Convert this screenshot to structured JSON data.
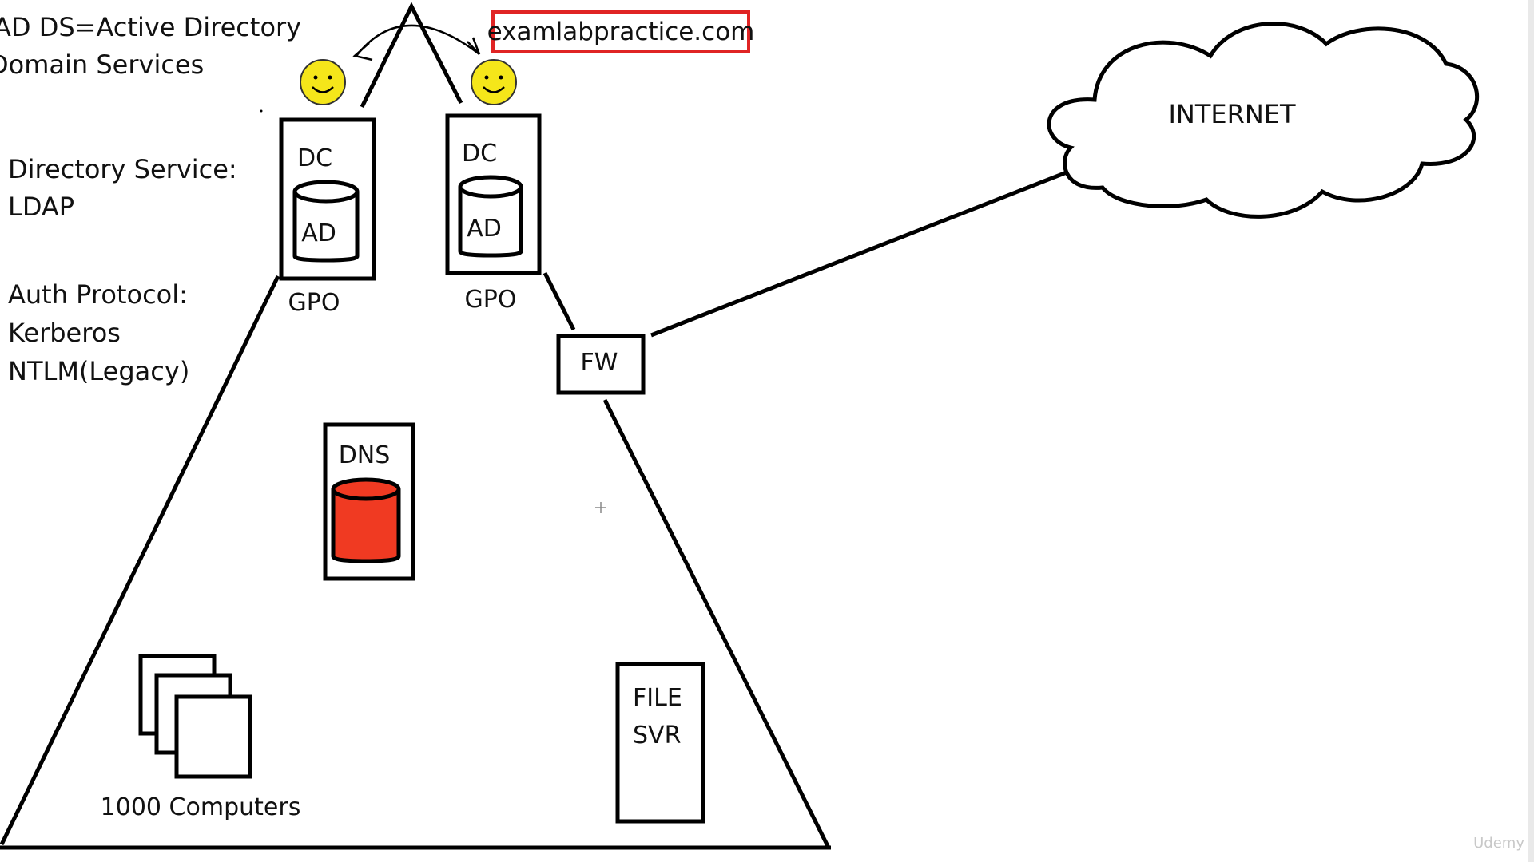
{
  "notes": {
    "line1": "AD DS=Active Directory",
    "line2": "Domain Services",
    "dir_service_1": "Directory Service:",
    "dir_service_2": "LDAP",
    "auth_1": "Auth Protocol:",
    "auth_2": "Kerberos",
    "auth_3": "NTLM(Legacy)"
  },
  "domain_box": {
    "text": "examlabpractice.com",
    "border_color": "#e02424"
  },
  "dc_left": {
    "label": "DC",
    "db_label": "AD",
    "gpo_label": "GPO"
  },
  "dc_right": {
    "label": "DC",
    "db_label": "AD",
    "gpo_label": "GPO"
  },
  "dns": {
    "label": "DNS",
    "db_color": "#f03a22"
  },
  "firewall": {
    "label": "FW"
  },
  "internet": {
    "label": "INTERNET"
  },
  "file_server": {
    "line1": "FILE",
    "line2": "SVR"
  },
  "computers": {
    "label": "1000 Computers"
  },
  "watermark": "Udemy",
  "colors": {
    "smiley": "#f5e61a",
    "stroke": "#000000"
  }
}
